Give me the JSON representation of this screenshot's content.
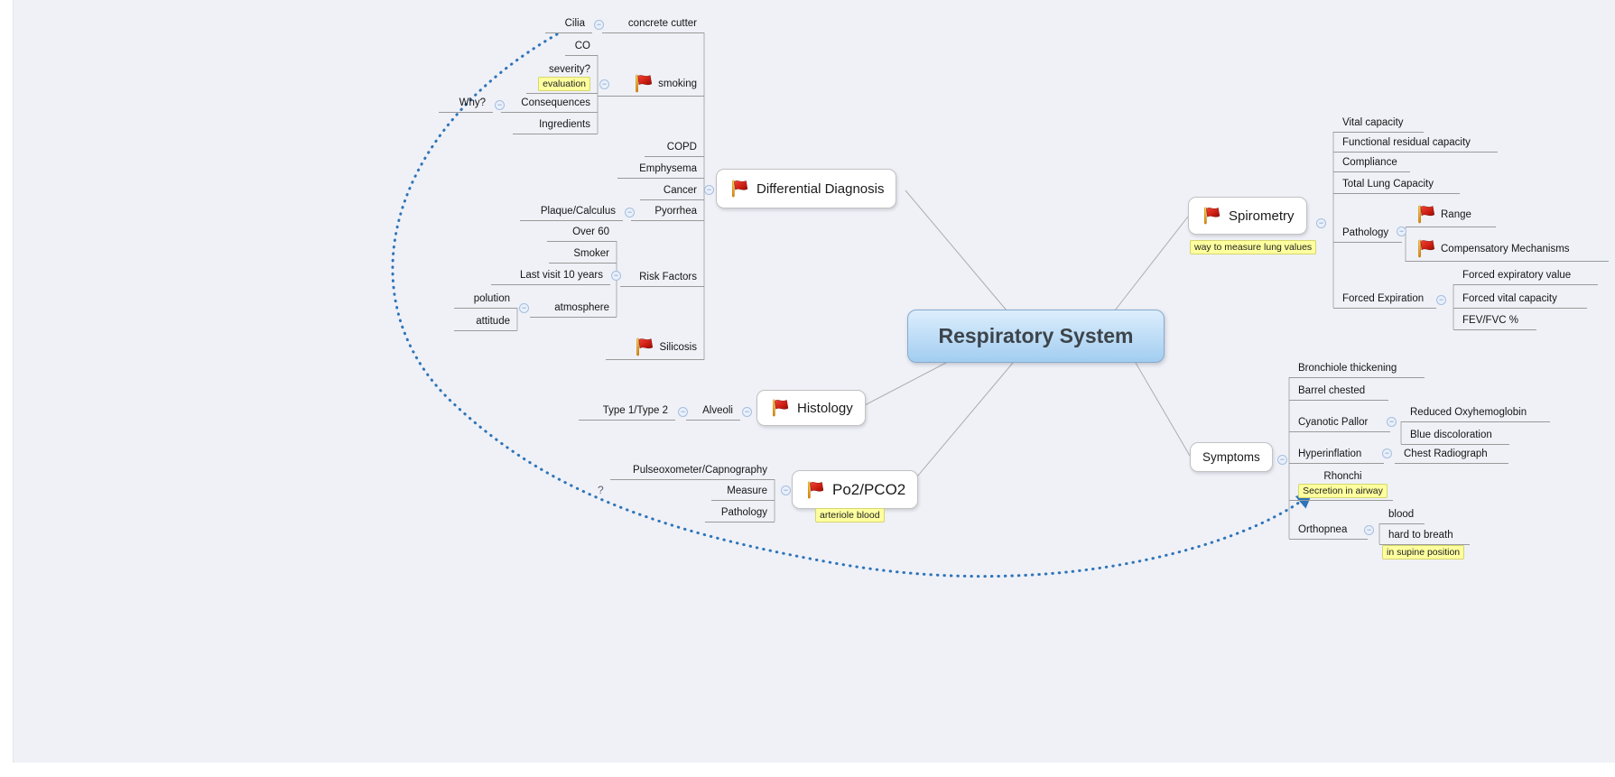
{
  "central_topic": {
    "label": "Respiratory System"
  },
  "relationship": {
    "label": "?"
  },
  "ui": {
    "collapse_glyph": "−"
  },
  "colors": {
    "canvas": "#eff1f7",
    "connector": "#adadad",
    "relationship_blue": "#2e74b8",
    "label_bg": "#feff9e",
    "central_top": "#ddeefc",
    "central_bottom": "#a2cdf0",
    "flag_red": "#d6281c"
  },
  "branch_differential": {
    "topic": "Differential Diagnosis",
    "concrete_cutter": "concrete cutter",
    "cilia": "Cilia",
    "smoking": "smoking",
    "co": "CO",
    "severity": "severity?",
    "severity_label": "evaluation",
    "consequences": "Consequences",
    "why": "Why?",
    "ingredients": "Ingredients",
    "copd": "COPD",
    "emphysema": "Emphysema",
    "cancer": "Cancer",
    "pyorrhea": "Pyorrhea",
    "plaque": "Plaque/Calculus",
    "risk_factors": "Risk Factors",
    "over_60": "Over 60",
    "smoker": "Smoker",
    "last_visit": "Last visit 10 years",
    "atmosphere": "atmosphere",
    "polution": "polution",
    "attitude": "attitude",
    "silicosis": "Silicosis"
  },
  "branch_spirometry": {
    "topic": "Spirometry",
    "topic_label": "way to measure lung values",
    "vital_capacity": "Vital capacity",
    "frc": "Functional residual capacity",
    "compliance": "Compliance",
    "tlc": "Total Lung Capacity",
    "pathology": "Pathology",
    "range": "Range",
    "compensatory": "Compensatory Mechanisms",
    "forced_expiration": "Forced Expiration",
    "fev": "Forced expiratory value",
    "fvc": "Forced vital capacity",
    "fev_fvc": "FEV/FVC %"
  },
  "branch_symptoms": {
    "topic": "Symptoms",
    "bronchiole": "Bronchiole thickening",
    "barrel": "Barrel chested",
    "cyanotic": "Cyanotic Pallor",
    "reduced_oxy": "Reduced Oxyhemoglobin",
    "blue_disc": "Blue discoloration",
    "hyperinflation": "Hyperinflation",
    "chest_radiograph": "Chest Radiograph",
    "rhonchi": "Rhonchi",
    "rhonchi_label": "Secretion in airway",
    "orthopnea": "Orthopnea",
    "blood": "blood",
    "hard_breath": "hard to breath",
    "hard_breath_label": "in supine position"
  },
  "branch_histology": {
    "topic": "Histology",
    "alveoli": "Alveoli",
    "types": "Type 1/Type 2"
  },
  "branch_po2": {
    "topic": "Po2/PCO2",
    "topic_label": "arteriole blood",
    "pulseox": "Pulseoxometer/Capnography",
    "measure": "Measure",
    "pathology": "Pathology"
  }
}
